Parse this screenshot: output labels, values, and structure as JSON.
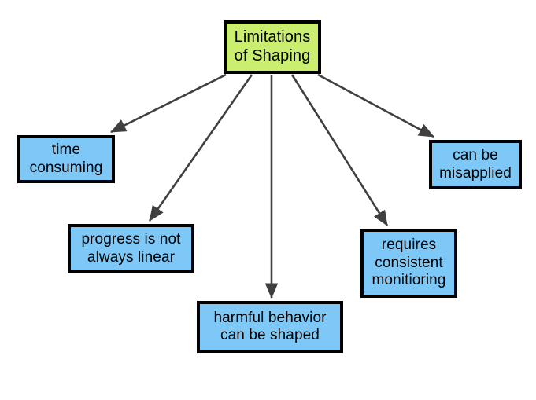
{
  "diagram": {
    "type": "concept-map",
    "background_color": "#ffffff",
    "root": {
      "id": "root",
      "label": "Limitations\nof Shaping",
      "fill_color": "#c9ee70",
      "border_color": "#000000"
    },
    "leaf_fill_color": "#7ec8f7",
    "arrow_color": "#404040",
    "nodes": [
      {
        "id": "time",
        "label": "time\nconsuming",
        "fill_color": "#7ec8f7"
      },
      {
        "id": "progress",
        "label": "progress is not\nalways linear",
        "fill_color": "#7ec8f7"
      },
      {
        "id": "harmful",
        "label": "harmful behavior\ncan be shaped",
        "fill_color": "#7ec8f7"
      },
      {
        "id": "requires",
        "label": "requires\nconsistent\nmonitioring",
        "fill_color": "#7ec8f7"
      },
      {
        "id": "misapplied",
        "label": "can be\nmisapplied",
        "fill_color": "#7ec8f7"
      }
    ],
    "edges": [
      {
        "from": "root",
        "to": "time",
        "style": "solid-arrow"
      },
      {
        "from": "root",
        "to": "progress",
        "style": "solid-arrow"
      },
      {
        "from": "root",
        "to": "harmful",
        "style": "solid-arrow"
      },
      {
        "from": "root",
        "to": "requires",
        "style": "solid-arrow"
      },
      {
        "from": "root",
        "to": "misapplied",
        "style": "solid-arrow"
      }
    ]
  }
}
